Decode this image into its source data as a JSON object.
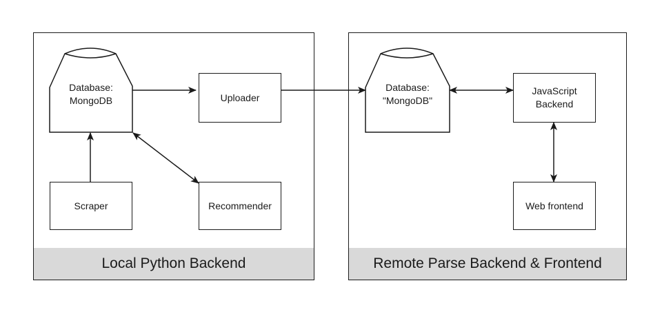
{
  "panels": {
    "local": {
      "title": "Local Python Backend"
    },
    "remote": {
      "title": "Remote Parse Backend & Frontend"
    }
  },
  "nodes": {
    "local_db": "Database:\nMongoDB",
    "uploader": "Uploader",
    "scraper": "Scraper",
    "recommender": "Recommender",
    "remote_db": "Database:\n\"MongoDB\"",
    "js_backend": "JavaScript\nBackend",
    "web_frontend": "Web frontend"
  },
  "colors": {
    "stroke": "#1a1a1a",
    "footer": "#d9d9d9"
  }
}
